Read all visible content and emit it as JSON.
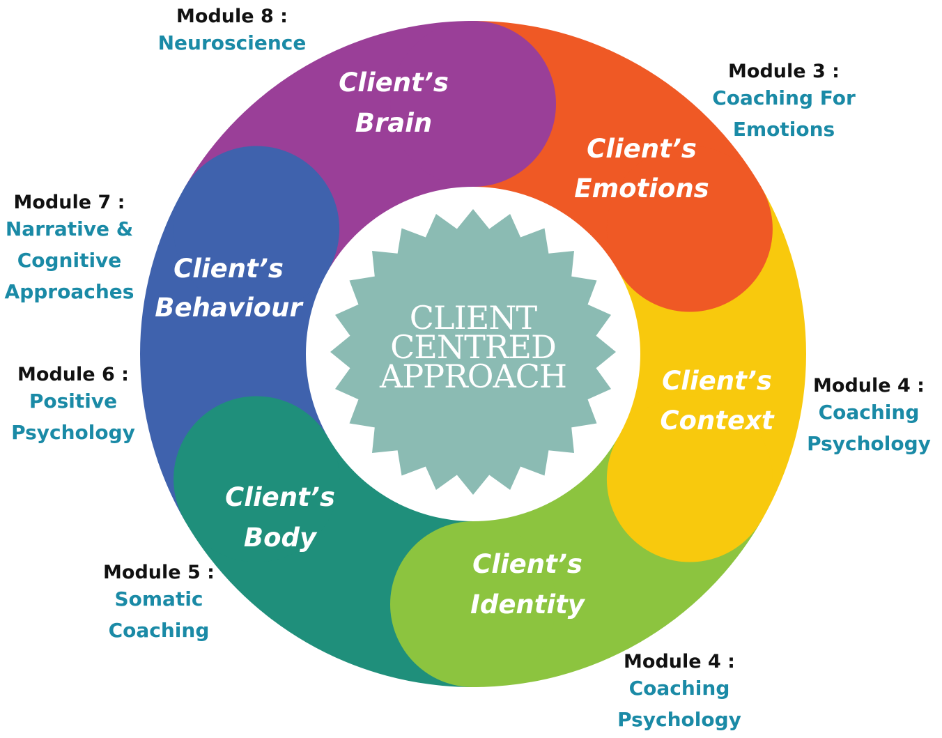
{
  "center": {
    "lines": [
      "CLIENT",
      "CENTRED",
      "APPROACH"
    ],
    "color": "#8bbbb3"
  },
  "segments": [
    {
      "id": "brain",
      "title_lines": [
        "Client’s",
        "Brain"
      ],
      "color": "#9a3f98"
    },
    {
      "id": "emotions",
      "title_lines": [
        "Client’s",
        "Emotions"
      ],
      "color": "#ef5925"
    },
    {
      "id": "context",
      "title_lines": [
        "Client’s",
        "Context"
      ],
      "color": "#f8c90d"
    },
    {
      "id": "identity",
      "title_lines": [
        "Client’s",
        "Identity"
      ],
      "color": "#8cc43f"
    },
    {
      "id": "body",
      "title_lines": [
        "Client’s",
        "Body"
      ],
      "color": "#1f8f7b"
    },
    {
      "id": "behaviour",
      "title_lines": [
        "Client’s",
        "Behaviour"
      ],
      "color": "#3f62ad"
    }
  ],
  "modules": [
    {
      "id": "m8",
      "heading": "Module 8 :",
      "topic_lines": [
        "Neuroscience"
      ]
    },
    {
      "id": "m3",
      "heading": "Module 3 :",
      "topic_lines": [
        "Coaching For",
        "Emotions"
      ]
    },
    {
      "id": "m7",
      "heading": "Module 7 :",
      "topic_lines": [
        "Narrative &",
        "Cognitive",
        "Approaches"
      ]
    },
    {
      "id": "m6",
      "heading": "Module 6 :",
      "topic_lines": [
        "Positive",
        "Psychology"
      ]
    },
    {
      "id": "m4a",
      "heading": "Module 4 :",
      "topic_lines": [
        "Coaching",
        "Psychology"
      ]
    },
    {
      "id": "m5",
      "heading": "Module 5 :",
      "topic_lines": [
        "Somatic",
        "Coaching"
      ]
    },
    {
      "id": "m4b",
      "heading": "Module 4 :",
      "topic_lines": [
        "Coaching",
        "Psychology"
      ]
    }
  ],
  "colors": {
    "module_heading": "#111111",
    "module_topic": "#1a8aa6"
  }
}
